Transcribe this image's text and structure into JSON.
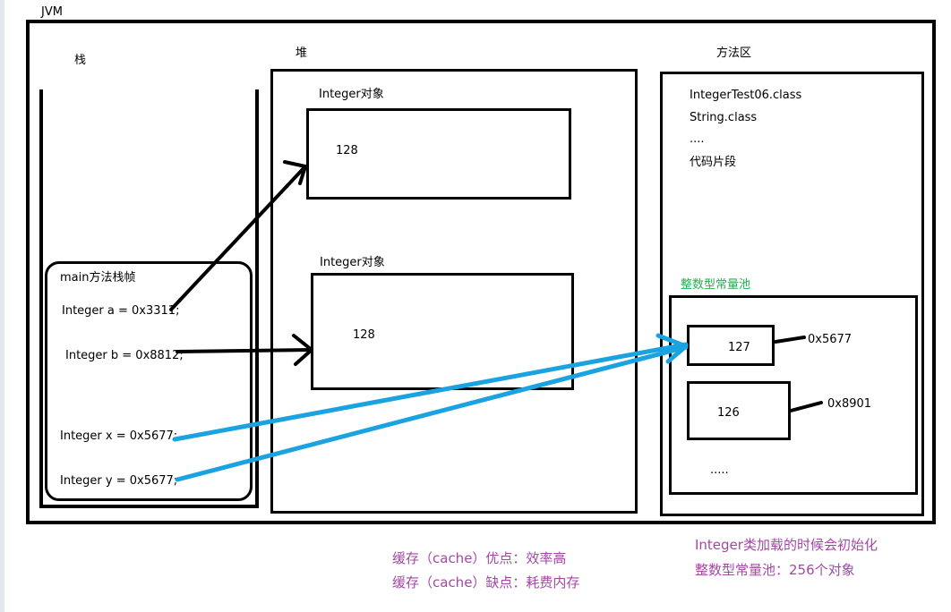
{
  "jvm": {
    "label": "JVM"
  },
  "stack": {
    "label": "栈",
    "frame_label": "main方法栈帧",
    "vars": [
      "Integer a = 0x3311;",
      "Integer b = 0x8812;",
      "Integer x = 0x5677;",
      "Integer y =  0x5677;"
    ]
  },
  "heap": {
    "label": "堆",
    "objects": [
      {
        "label": "Integer对象",
        "value": "128"
      },
      {
        "label": "Integer对象",
        "value": "128"
      }
    ]
  },
  "method_area": {
    "label": "方法区",
    "items": [
      "IntegerTest06.class",
      "String.class",
      "....",
      "代码片段"
    ],
    "pool": {
      "label": "整数型常量池",
      "entries": [
        {
          "value": "127",
          "address": "0x5677"
        },
        {
          "value": "126",
          "address": "0x8901"
        }
      ],
      "ellipsis": "....."
    }
  },
  "notes": {
    "cache_pro": "缓存（cache）优点：效率高",
    "cache_con": "缓存（cache）缺点：耗费内存",
    "class_load": "Integer类加载的时候会初始化整数型常量池：256个对象"
  },
  "colors": {
    "outline": "#000000",
    "pointer_black": "#000000",
    "pointer_blue": "#1aa3e0",
    "pool_label": "#22b14c",
    "note": "#a349a4"
  }
}
